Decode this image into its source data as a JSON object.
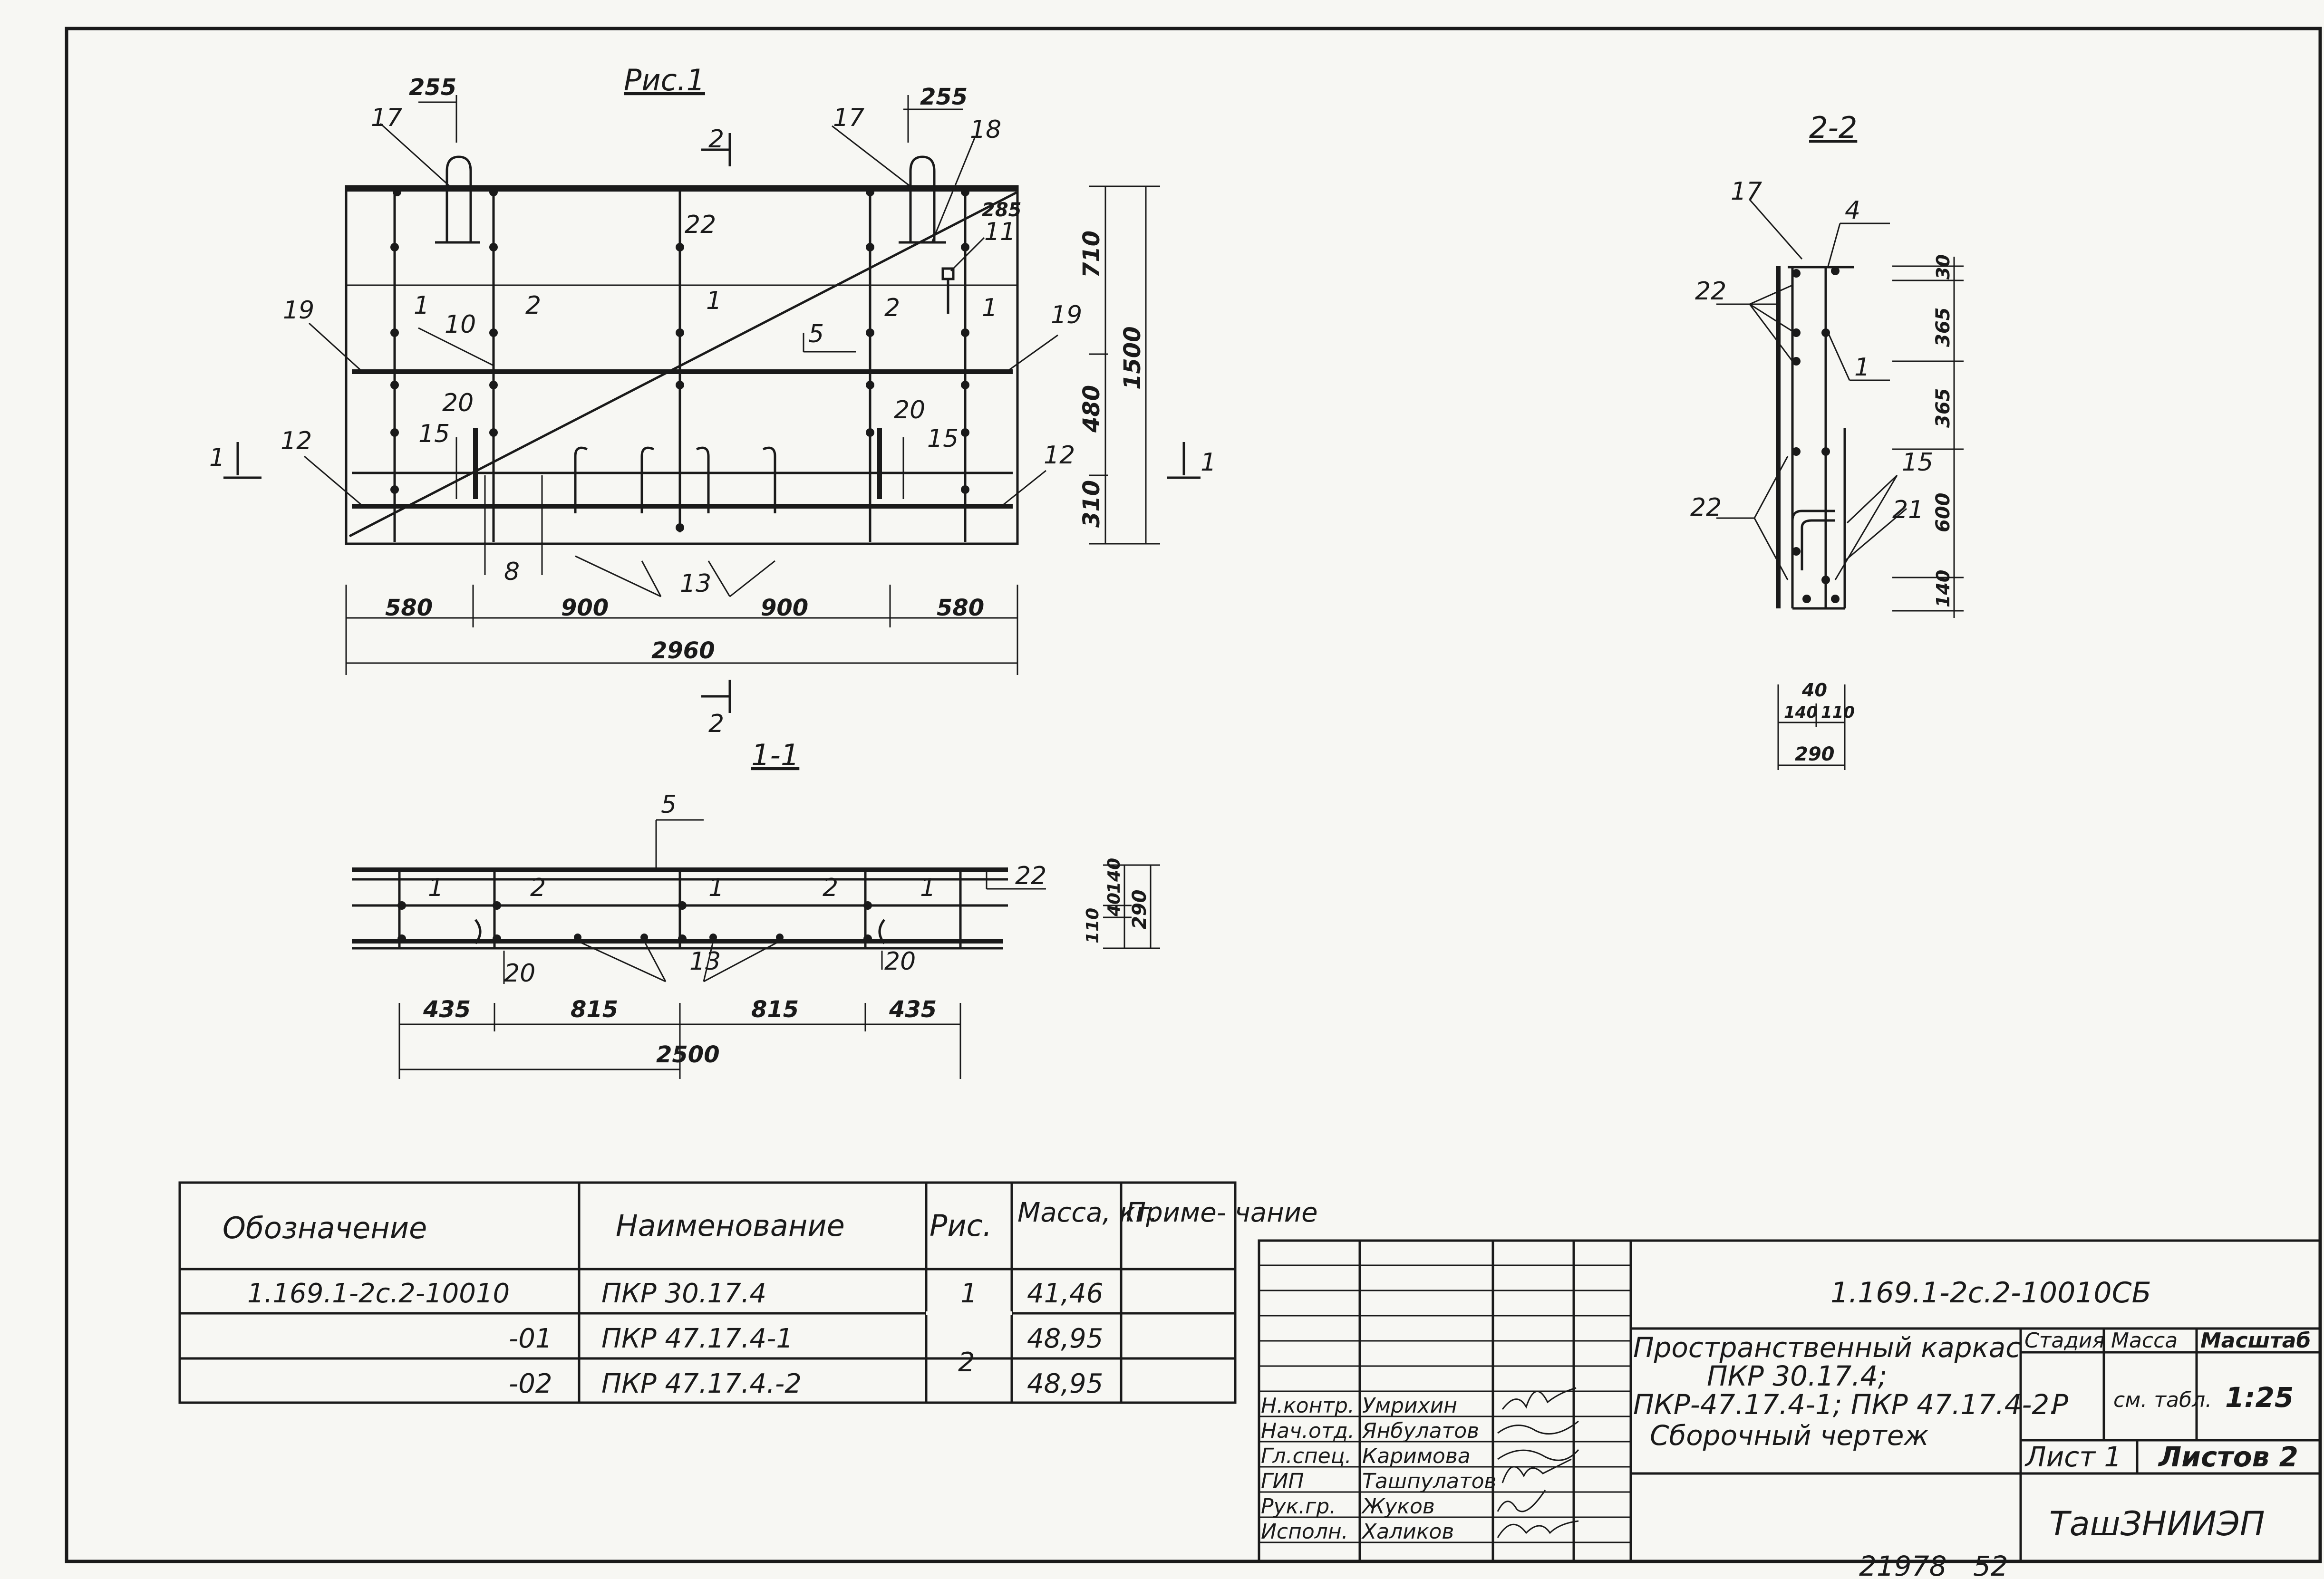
{
  "drawing": {
    "fig_title": "Рис.1",
    "section_2_2": "2-2",
    "section_1_1": "1-1",
    "section_cut_1": "1",
    "section_cut_2": "2",
    "fig1": {
      "dims_bottom": [
        "580",
        "900",
        "900",
        "580"
      ],
      "dim_total": "2960",
      "dims_right": [
        "710",
        "480",
        "310"
      ],
      "dim_right_total": "1500",
      "dim_top_left": "255",
      "dim_top_right": "255",
      "dim_285": "285",
      "labels": {
        "p17a": "17",
        "p17b": "17",
        "p18": "18",
        "p19a": "19",
        "p19b": "19",
        "p22": "22",
        "p11": "11",
        "p1a": "1",
        "p1b": "1",
        "p1c": "1",
        "p2a": "2",
        "p2b": "2",
        "p10": "10",
        "p5": "5",
        "p20a": "20",
        "p20b": "20",
        "p15a": "15",
        "p15b": "15",
        "p12a": "12",
        "p12b": "12",
        "p8": "8",
        "p13": "13"
      }
    },
    "sec11": {
      "label_5": "5",
      "labels_top": [
        "1",
        "2",
        "1",
        "2",
        "1"
      ],
      "label_22": "22",
      "label_20a": "20",
      "label_20b": "20",
      "label_13": "13",
      "dims_right": [
        "140",
        "40",
        "110"
      ],
      "dim_right_total": "290",
      "dims_bottom": [
        "435",
        "815",
        "815",
        "435"
      ],
      "dim_total": "2500"
    },
    "sec22": {
      "labels": {
        "p17": "17",
        "p4": "4",
        "p22a": "22",
        "p1": "1",
        "p22b": "22",
        "p15": "15",
        "p21": "21"
      },
      "dims_right": [
        "30",
        "365",
        "365",
        "600",
        "140"
      ],
      "dims_bottom": [
        "40",
        "140",
        "110",
        "290"
      ]
    }
  },
  "spec_table": {
    "headers": [
      "Обозначение",
      "Наименование",
      "Рис.",
      "Масса, кг.",
      "Приме- чание"
    ],
    "rows": [
      {
        "designation": "1.169.1-2с.2-10010",
        "name": "ПКР 30.17.4",
        "fig": "1",
        "mass": "41,46",
        "note": ""
      },
      {
        "designation": "-01",
        "name": "ПКР 47.17.4-1",
        "fig": "2",
        "mass": "48,95",
        "note": ""
      },
      {
        "designation": "-02",
        "name": "ПКР 47.17.4.-2",
        "fig": "2",
        "mass": "48,95",
        "note": ""
      }
    ]
  },
  "title_block": {
    "doc_code": "1.169.1-2с.2-10010СБ",
    "description_lines": [
      "Пространственный каркас",
      "ПКР 30.17.4;",
      "ПКР-47.17.4-1; ПКР 47.17.4-2.",
      "Сборочный чертеж"
    ],
    "stage_header": "Стадия",
    "mass_header": "Масса",
    "scale_header": "Масштаб",
    "stage": "Р",
    "mass": "см. табл.",
    "scale": "1:25",
    "sheet": "Лист 1",
    "sheets": "Листов 2",
    "organization": "ТашЗНИИЭП",
    "signatures": [
      {
        "role": "Н.контр.",
        "name": "Умрихин"
      },
      {
        "role": "Нач.отд.",
        "name": "Янбулатов"
      },
      {
        "role": "Гл.спец.",
        "name": "Каримова"
      },
      {
        "role": "ГИП",
        "name": "Ташпулатов"
      },
      {
        "role": "Рук.гр.",
        "name": "Жуков"
      },
      {
        "role": "Исполн.",
        "name": "Халиков"
      }
    ]
  },
  "footer": {
    "inventory": "21978",
    "page": "52"
  }
}
